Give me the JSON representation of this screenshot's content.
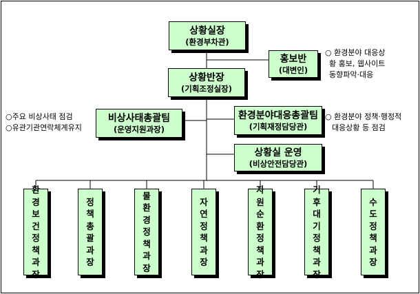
{
  "nodes": {
    "director": {
      "title": "상황실장",
      "subtitle": "(환경부차관)"
    },
    "pr": {
      "title": "홍보반",
      "subtitle": "(대변인)"
    },
    "chief": {
      "title": "상황반장",
      "subtitle": "(기획조정실장)"
    },
    "emergency": {
      "title": "비상사태총괄팀",
      "subtitle": "(운영지원과장)"
    },
    "env_response": {
      "title": "환경분야대응총괄팀",
      "subtitle": "(기획재정담당관)"
    },
    "operation": {
      "title": "상황실 운영",
      "subtitle": "(비상안전담당관)"
    }
  },
  "departments": [
    {
      "name": "환경보건정책과장"
    },
    {
      "name": "정책총괄과장"
    },
    {
      "name": "물환경정책과장"
    },
    {
      "name": "자연정책과장"
    },
    {
      "name": "자원순환정책과장"
    },
    {
      "name": "기후대기정책과장"
    },
    {
      "name": "수도정책과장"
    }
  ],
  "notes": {
    "pr": {
      "bullet": "○",
      "line1": "환경분야 대응상",
      "line2": "황 홍보, 웹사이트",
      "line3": "동향파악·대응"
    },
    "emergency": {
      "bullet": "○",
      "item1": "주요 비상사태 점검",
      "item2": "유관기관연락체계유지"
    },
    "env_response": {
      "bullet": "○",
      "line1": "환경분야 정책·행정적",
      "line2": "대응상황 등 점검"
    }
  }
}
